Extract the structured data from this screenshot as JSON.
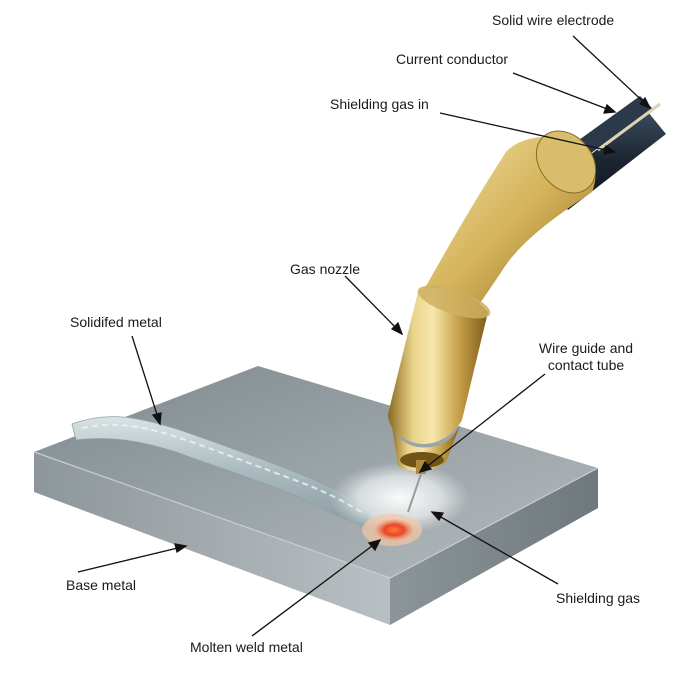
{
  "labels": {
    "solid_wire_electrode": "Solid wire electrode",
    "current_conductor": "Current conductor",
    "shielding_gas_in": "Shielding gas in",
    "gas_nozzle": "Gas nozzle",
    "solidified_metal": "Solidifed metal",
    "wire_guide_line1": "Wire guide and",
    "wire_guide_line2": "contact tube",
    "base_metal": "Base metal",
    "shielding_gas": "Shielding gas",
    "molten_weld_metal": "Molten weld metal"
  },
  "colors": {
    "plate_top": "#8e979b",
    "plate_front": "#a3abaf",
    "nozzle_brass": "#c9a64a",
    "cable": "#1f2a36",
    "weld_bead": "#b8c6c9",
    "molten": "#e8572a"
  }
}
